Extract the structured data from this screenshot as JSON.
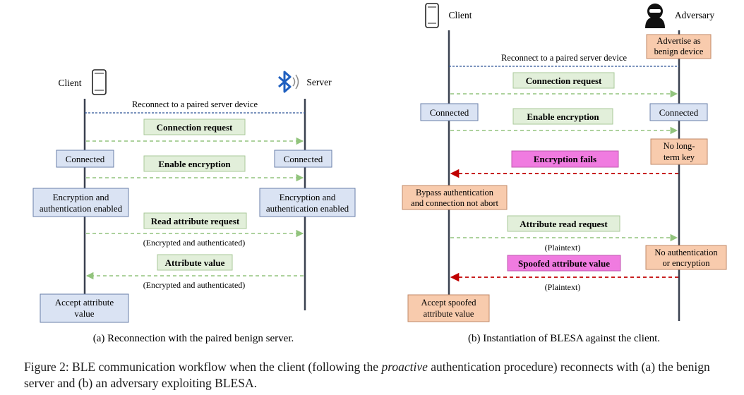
{
  "panel_a": {
    "client_label": "Client",
    "server_label": "Server",
    "reconnect_label": "Reconnect to a paired server device",
    "connection_request": "Connection request",
    "enable_encryption": "Enable encryption",
    "connected_client": "Connected",
    "connected_server": "Connected",
    "enc_auth_client_line1": "Encryption and",
    "enc_auth_client_line2": "authentication enabled",
    "enc_auth_server_line1": "Encryption and",
    "enc_auth_server_line2": "authentication enabled",
    "read_attribute_request": "Read attribute request",
    "encrypted_note_1": "(Encrypted and authenticated)",
    "attribute_value": "Attribute value",
    "encrypted_note_2": "(Encrypted and authenticated)",
    "accept_line1": "Accept attribute",
    "accept_line2": "value",
    "subcaption": "(a) Reconnection with the paired benign server."
  },
  "panel_b": {
    "client_label": "Client",
    "adversary_label": "Adversary",
    "advertise_line1": "Advertise as",
    "advertise_line2": "benign device",
    "reconnect_label": "Reconnect to a paired server device",
    "connection_request": "Connection request",
    "connected_client": "Connected",
    "enable_encryption": "Enable encryption",
    "connected_adversary": "Connected",
    "no_key_line1": "No long-",
    "no_key_line2": "term key",
    "encryption_fails": "Encryption fails",
    "bypass_line1": "Bypass authentication",
    "bypass_line2": "and connection not abort",
    "attribute_read_request": "Attribute read request",
    "plaintext_1": "(Plaintext)",
    "no_auth_line1": "No authentication",
    "no_auth_line2": "or encryption",
    "spoofed_attribute_value": "Spoofed attribute value",
    "plaintext_2": "(Plaintext)",
    "accept_spoofed_line1": "Accept spoofed",
    "accept_spoofed_line2": "attribute value",
    "subcaption": "(b) Instantiation of BLESA against the client."
  },
  "caption": {
    "prefix": "Figure 2: BLE communication workflow when the client (following the ",
    "emph": "proactive",
    "suffix": " authentication procedure) reconnects with (a) the benign server and (b) an adversary exploiting BLESA."
  },
  "colors": {
    "blue_box": "#dae3f3",
    "green_box": "#e2efda",
    "orange_box": "#f8cbad",
    "pink_box": "#f07be0",
    "green_arrow": "#92c47d",
    "red_arrow": "#c00000",
    "blue_dash": "#2f5597",
    "lifeline": "#3a4150"
  },
  "icons": [
    "phone-icon",
    "bluetooth-icon",
    "hacker-icon"
  ]
}
